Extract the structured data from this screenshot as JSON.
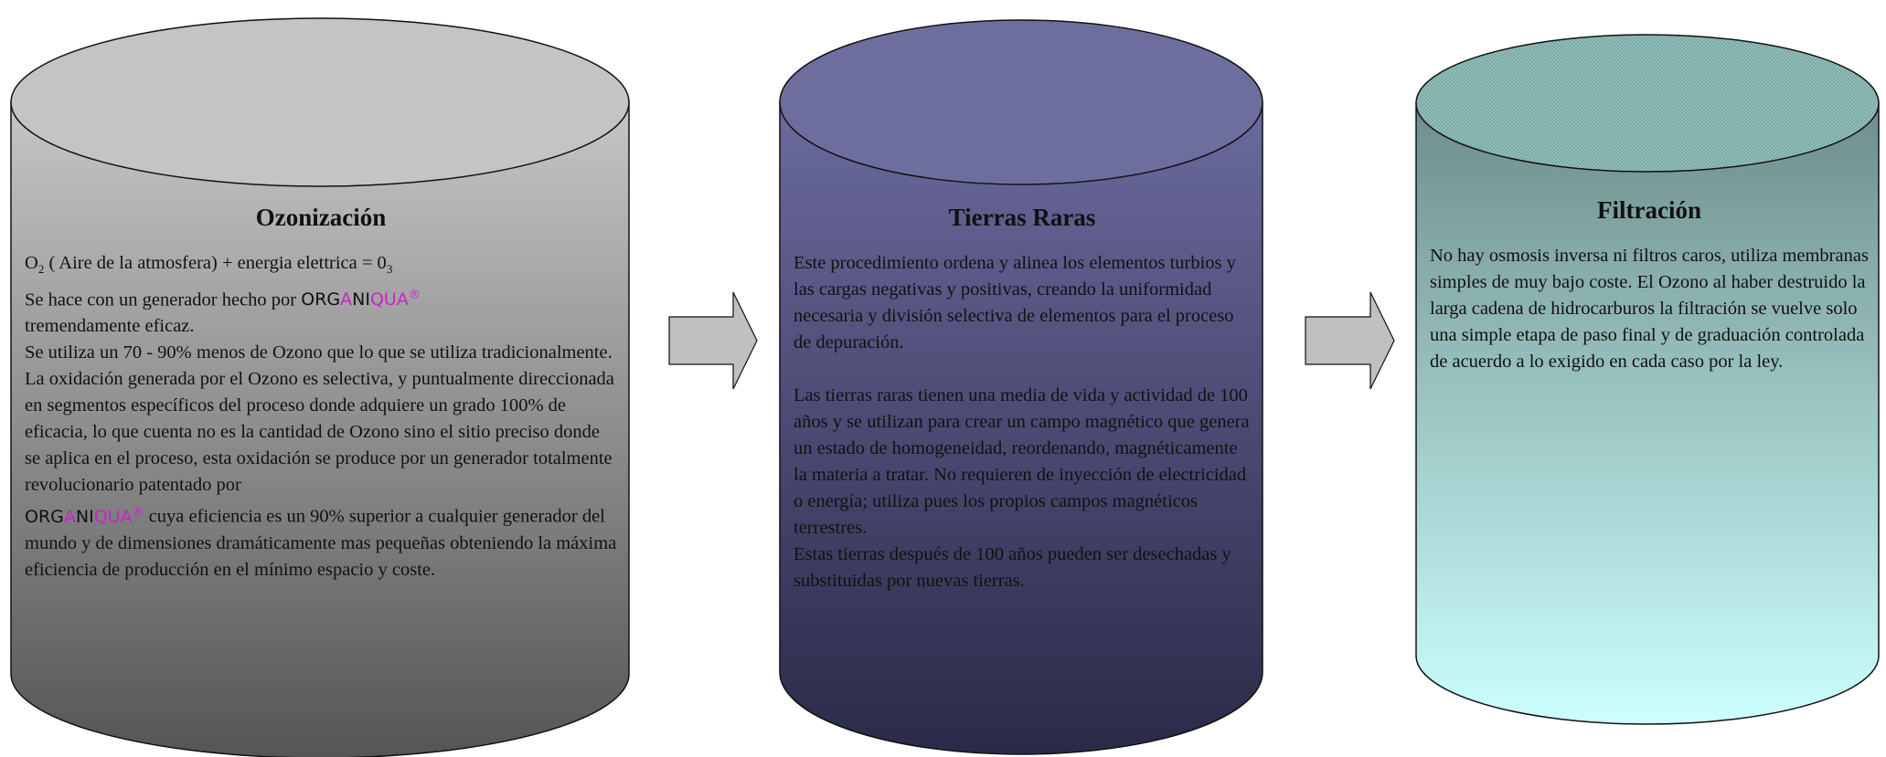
{
  "diagram": {
    "cylinders": [
      {
        "id": "ozonizacion",
        "title": "Ozonización",
        "fill_top": "#c6c6c6",
        "fill_bottom": "#555555",
        "lid": "#c4c4c4",
        "formula": {
          "o": "O",
          "o_sub": "2",
          "middle": " ( Aire de la atmosfera) + energia elettrica = 0",
          "end_sub": "3"
        },
        "line2_prefix": "Se hace con un generador hecho por ",
        "brand": {
          "a": "ORG",
          "b": "A",
          "c": "NI",
          "d": "QUA",
          "reg": "®"
        },
        "line3": "tremendamente eficaz.",
        "line4": "Se utiliza un 70 - 90% menos de Ozono que lo que se utiliza tradicionalmente.",
        "line5": "La oxidación generada por el Ozono es selectiva, y puntualmente direccionada en segmentos específicos del proceso donde adquiere un grado 100% de eficacia, lo que cuenta no es la cantidad de Ozono sino el sitio preciso donde se aplica en el proceso, esta oxidación se produce por un generador totalmente revolucionario patentado por",
        "line6_suffix": " cuya eficiencia es un 90% superior a cualquier generador del mundo y de dimensiones dramáticamente mas pequeñas obteniendo la máxima eficiencia de producción en el mínimo espacio y coste."
      },
      {
        "id": "tierras-raras",
        "title": "Tierras Raras",
        "fill_top": "#6b6a9e",
        "fill_bottom": "#2a2a48",
        "lid": "#6e6e9e",
        "p1": "Este procedimiento ordena  y alinea los elementos turbios y las cargas negativas y positivas, creando la uniformidad  necesaria y división selectiva de elementos para el proceso de depuración.",
        "p2": "Las tierras raras tienen una media de vida y actividad de 100 años  y se utilizan para crear un campo magnético que genera un estado de homogeneidad, reordenando, magnéticamente la materia a tratar. No requieren de inyección de electricidad o energía;  utiliza pues los propios campos magnéticos terrestres.",
        "p3": "Estas tierras después de 100 años pueden ser desechadas y substituidas por nuevas tierras."
      },
      {
        "id": "filtracion",
        "title": "Filtración",
        "fill_top": "#6e8e8a",
        "fill_bottom": "#ccffff",
        "lid": "#95c0bc",
        "p1": " No hay osmosis inversa ni filtros caros, utiliza membranas simples de muy bajo coste. El Ozono al haber destruido la larga cadena de hidrocarburos la filtración se vuelve solo una simple etapa de paso final y de graduación controlada de acuerdo a lo exigido en cada caso por la ley."
      }
    ],
    "arrows": [
      {
        "id": "arrow-1",
        "fill": "#c0c0c0"
      },
      {
        "id": "arrow-2",
        "fill": "#c0c0c0"
      }
    ]
  }
}
